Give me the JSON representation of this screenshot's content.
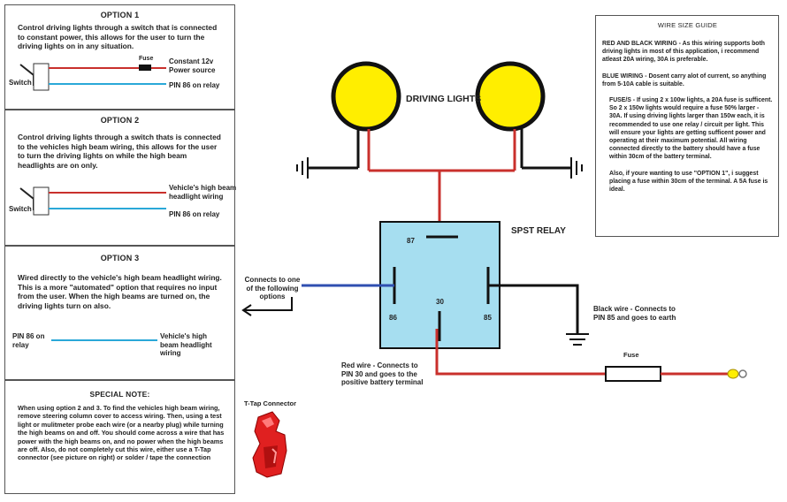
{
  "options": [
    {
      "title": "OPTION 1",
      "text": "Control driving lights through a switch that is connected to constant power, this allows for the user to turn the driving lights on in any situation.",
      "labels": {
        "switch": "Switch",
        "fuse": "Fuse",
        "power": "Constant 12v\nPower source",
        "pin": "PIN 86 on relay"
      }
    },
    {
      "title": "OPTION 2",
      "text": "Control driving lights through a switch thats is connected to the vehicles high beam wiring, this allows for the user to turn the driving lights on while the high beam headlights are on only.",
      "labels": {
        "switch": "Switch",
        "highbeam": "Vehicle's high beam\nheadlight wiring",
        "pin": "PIN 86 on relay"
      }
    },
    {
      "title": "OPTION 3",
      "text": "Wired directly to the vehicle's high beam headlight wiring. This is a more \"automated\" option that requires no input from the user. When the high beams are turned on, the driving lights turn on also.",
      "labels": {
        "pin": "PIN 86 on\nrelay",
        "highbeam": "Vehicle's high\nbeam headlight\nwiring"
      }
    }
  ],
  "special_note": {
    "title": "SPECIAL NOTE:",
    "text": "When using option 2 and 3. To find the vehicles high beam wiring, remove steering column cover to access wiring. Then, using a test light or mulitmeter probe each wire (or a nearby plug) while turning the high beams on and off. You should come across a wire that has power with the high beams on, and no power when the high beams are off.  Also, do not completely cut this wire, either use a T-Tap connector (see picture on right) or solder / tape the connection"
  },
  "ttap_label": "T-Tap Connector",
  "diagram": {
    "driving_lights": "DRIVING LIGHTS",
    "relay_label": "SPST RELAY",
    "pins": {
      "p87": "87",
      "p86": "86",
      "p30": "30",
      "p85": "85"
    },
    "connects_note": "Connects to one\nof the following\noptions",
    "black_wire_note": "Black wire - Connects to\nPIN 85 and goes to earth",
    "red_wire_note": "Red wire - Connects to\nPIN 30 and goes to the\npositive battery terminal",
    "fuse_label": "Fuse"
  },
  "wire_guide": {
    "title": "WIRE SIZE GUIDE",
    "paragraphs": [
      "RED AND BLACK WIRING - As this wiring supports both driving lights in most of this application, i recommend atleast 20A wiring, 30A is preferable.",
      "BLUE WIRING - Dosent carry alot of current, so anything from 5-10A cable is suitable.",
      "FUSE/S - If using 2 x 100w lights, a 20A fuse is sufficent. So 2 x 150w lights would require a fuse 50% larger - 30A. If using driving lights larger than 150w each, it is recommended to use one relay / circuit per light. This will ensure your lights are getting sufficent power and operating at their maximum potential. All wiring connected directly to the battery should have a fuse within 30cm of the battery terminal.",
      "Also, if youre wanting to use \"OPTION 1\", i suggest placing a fuse within 30cm of the terminal. A 5A fuse is ideal."
    ]
  },
  "colors": {
    "red_wire": "#c9302c",
    "blue_wire": "#2aa8d8",
    "option_blue": "#2f4fb0",
    "relay_fill": "#a6def0",
    "lamp": "#ffee00",
    "ttap": "#e02020"
  }
}
